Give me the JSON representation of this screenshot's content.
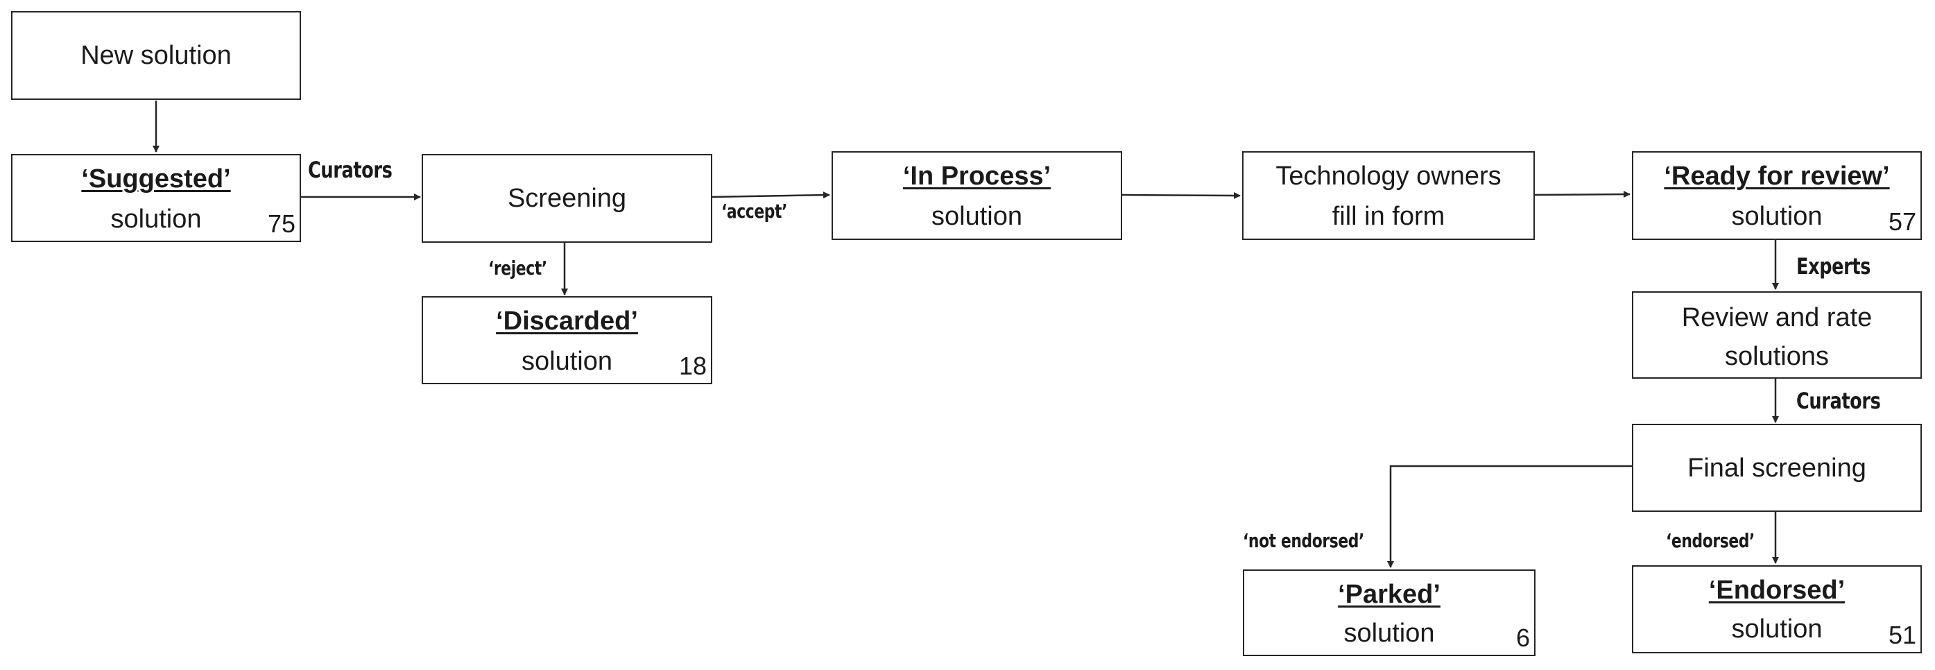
{
  "nodes": {
    "new_solution": {
      "label": "New solution"
    },
    "suggested": {
      "status": "‘Suggested’",
      "label": "solution",
      "count": "75"
    },
    "screening": {
      "label": "Screening"
    },
    "discarded": {
      "status": "‘Discarded’",
      "label": "solution",
      "count": "18"
    },
    "in_process": {
      "status": "‘In Process’",
      "label": "solution"
    },
    "tech_owners": {
      "line1": "Technology owners",
      "line2": "fill in form"
    },
    "ready_for_review": {
      "status": "‘Ready for review’",
      "label": "solution",
      "count": "57"
    },
    "review_rate": {
      "line1": "Review and rate",
      "line2": "solutions"
    },
    "final_screening": {
      "label": "Final screening"
    },
    "parked": {
      "status": "‘Parked’",
      "label": "solution",
      "count": "6"
    },
    "endorsed": {
      "status": "‘Endorsed’",
      "label": "solution",
      "count": "51"
    }
  },
  "edge_labels": {
    "curators_1": "Curators",
    "accept": "‘accept’",
    "reject": "‘reject’",
    "experts": "Experts",
    "curators_2": "Curators",
    "not_endorsed": "‘not endorsed’",
    "endorsed": "‘endorsed’"
  },
  "colors": {
    "stroke": "#262626",
    "text": "#1a1a1a",
    "background": "#ffffff"
  }
}
